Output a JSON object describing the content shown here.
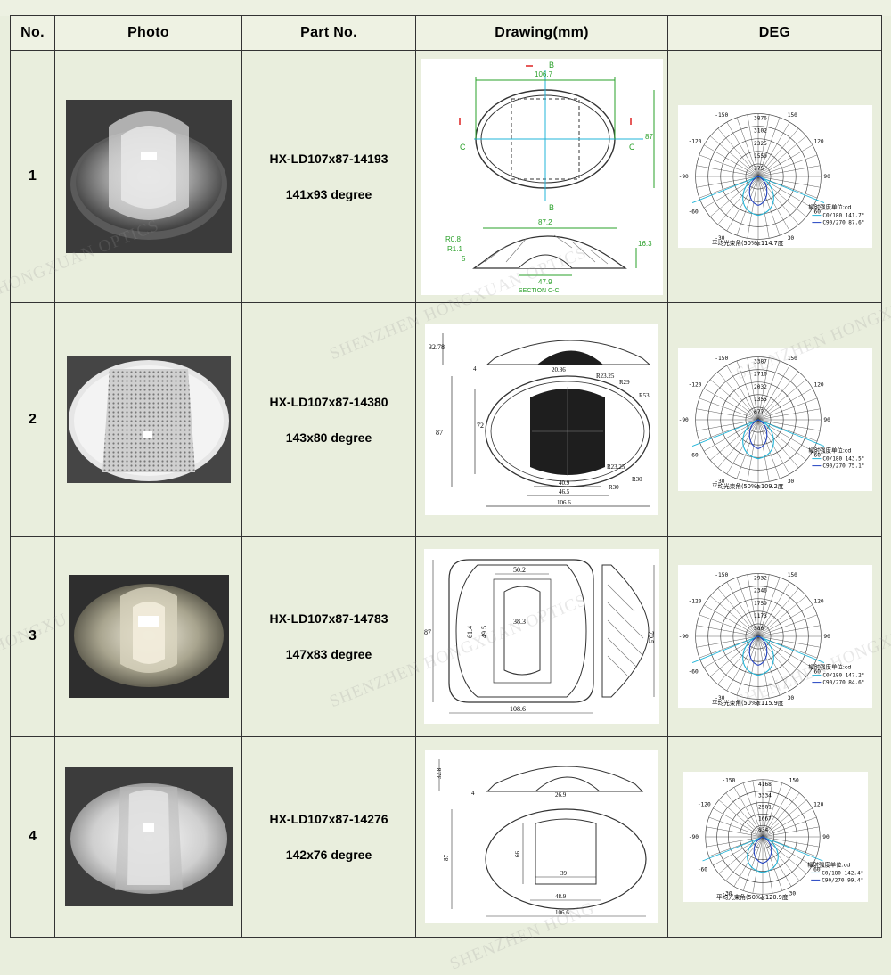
{
  "table": {
    "headers": [
      "No.",
      "Photo",
      "Part No.",
      "Drawing(mm)",
      "DEG"
    ],
    "rows": [
      {
        "no": "1",
        "part_no": "HX-LD107x87-14193",
        "degree": "141x93 degree",
        "drawing": {
          "dims": [
            "106.7",
            "87",
            "87.2",
            "R0.8",
            "R1.1",
            "5",
            "16.3",
            "47.9"
          ],
          "section_labels": [
            "B",
            "B",
            "C",
            "C"
          ],
          "section_caption": "SECTION C-C"
        },
        "polar": {
          "rings": [
            "3876",
            "3102",
            "2325",
            "1550",
            "775"
          ],
          "angles": [
            "-150",
            "150",
            "-120",
            "120",
            "-90",
            "90",
            "-60",
            "60",
            "-30",
            "30",
            "0"
          ],
          "unit": "辐射强度单位:cd",
          "legend": [
            "C0/180  141.7°",
            "C90/270  87.6°"
          ],
          "avg": "平均光束角(50%):114.7度"
        }
      },
      {
        "no": "2",
        "part_no": "HX-LD107x87-14380",
        "degree": "143x80 degree",
        "drawing": {
          "dims": [
            "32.78",
            "4",
            "20.86",
            "R23.25",
            "R29",
            "R53",
            "87",
            "72",
            "R23.25",
            "R30",
            "R30",
            "40.9",
            "46.5",
            "106.6"
          ]
        },
        "polar": {
          "rings": [
            "3387",
            "2710",
            "2032",
            "1355",
            "677"
          ],
          "angles": [
            "-150",
            "150",
            "-120",
            "120",
            "-90",
            "90",
            "-60",
            "60",
            "-30",
            "30",
            "0"
          ],
          "unit": "辐射强度单位:cd",
          "legend": [
            "C0/180  143.5°",
            "C90/270  75.1°"
          ],
          "avg": "平均光束角(50%):109.2度"
        }
      },
      {
        "no": "3",
        "part_no": "HX-LD107x87-14783",
        "degree": "147x83 degree",
        "drawing": {
          "dims": [
            "50.2",
            "87",
            "61.4",
            "49.5",
            "38.3",
            "108.6",
            "70.5"
          ]
        },
        "polar": {
          "rings": [
            "2932",
            "2346",
            "1759",
            "1173",
            "586"
          ],
          "angles": [
            "-150",
            "150",
            "-120",
            "120",
            "-90",
            "90",
            "-60",
            "60",
            "-30",
            "30",
            "0"
          ],
          "unit": "辐射强度单位:cd",
          "legend": [
            "C0/180  147.2°",
            "C90/270  84.6°"
          ],
          "avg": "平均光束角(50%):115.9度"
        }
      },
      {
        "no": "4",
        "part_no": "HX-LD107x87-14276",
        "degree": "142x76 degree",
        "drawing": {
          "dims": [
            "32.8",
            "4",
            "26.9",
            "87",
            "66",
            "39",
            "48.9",
            "106.6"
          ]
        },
        "polar": {
          "rings": [
            "4168",
            "3334",
            "2501",
            "1667",
            "834"
          ],
          "angles": [
            "-150",
            "150",
            "-120",
            "120",
            "-90",
            "90",
            "-60",
            "60",
            "-30",
            "30",
            "0"
          ],
          "unit": "辐射强度单位:cd",
          "legend": [
            "C0/180  142.4°",
            "C90/270  99.4°"
          ],
          "avg": "平均光束角(50%):120.9度"
        }
      }
    ]
  },
  "watermarks": [
    "HONGXUAN OPTICS",
    "SHENZHEN HONGXUAN OPTICS",
    "SHENZHEN HONGXU",
    "SHENZHEN HONGXUAN OPTICS",
    "SHENZHEN HONGXU",
    "HONGXU",
    "SHENZHEN HONG"
  ],
  "colors": {
    "cad_green": "#2aa02a",
    "cad_red": "#d22",
    "ray_cyan": "#20b4d8",
    "curve_blue": "#2040c0"
  }
}
